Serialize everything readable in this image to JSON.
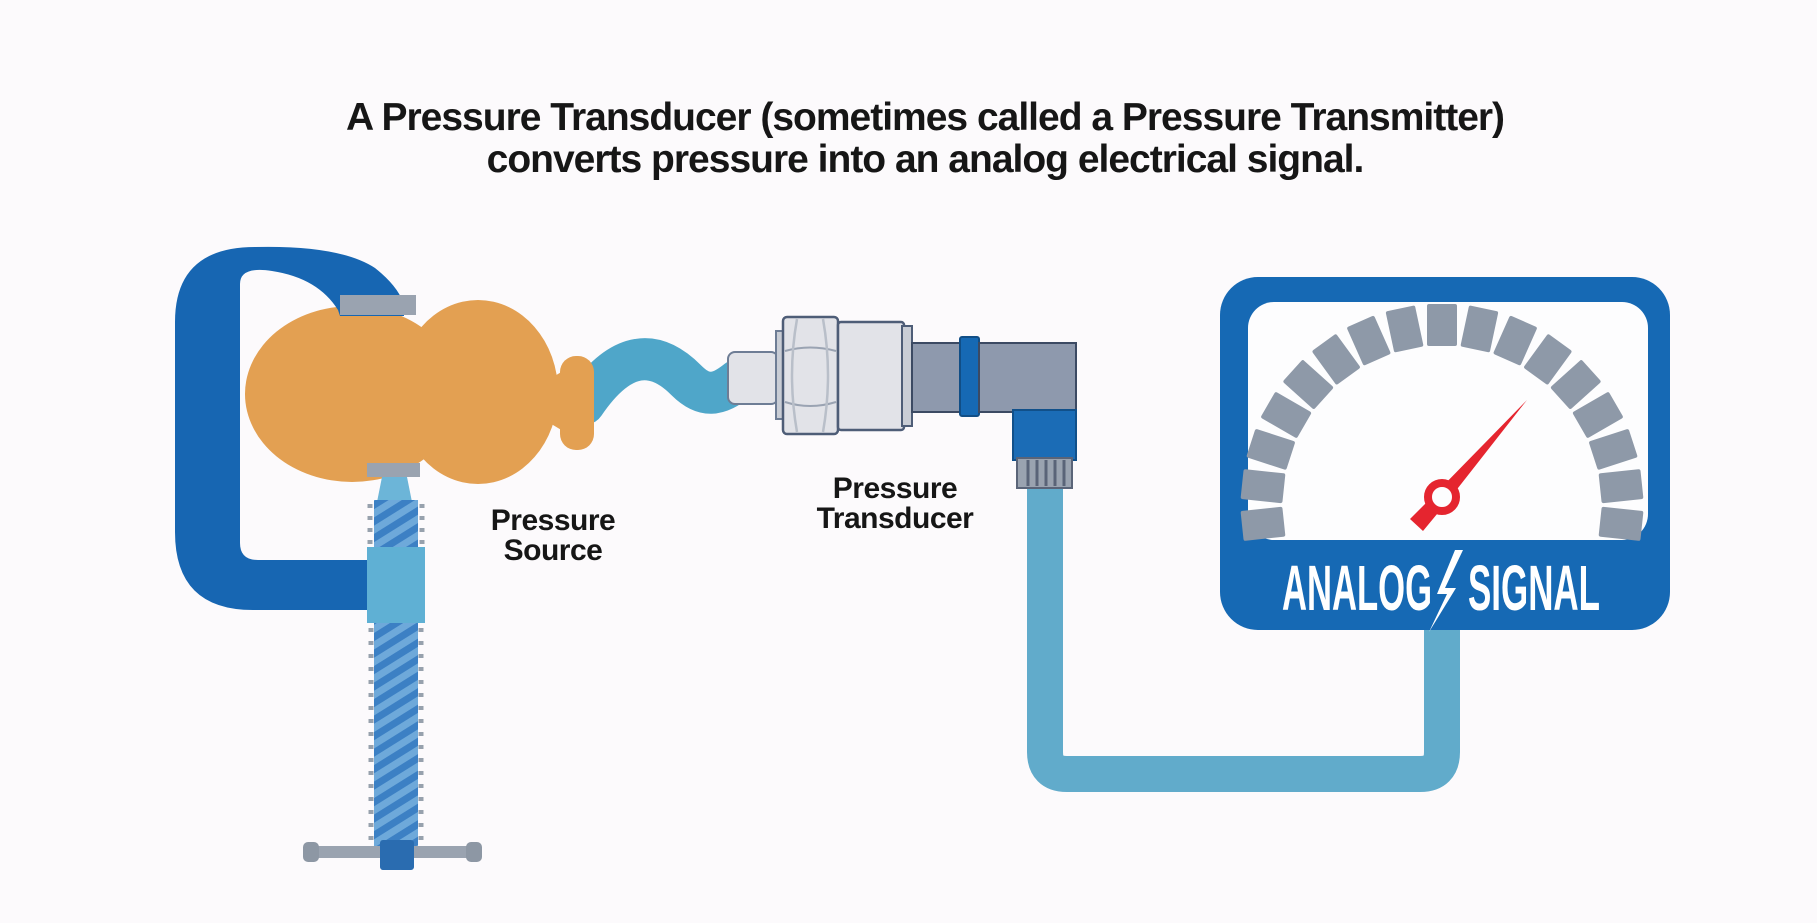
{
  "title": {
    "line1": "A Pressure Transducer (sometimes called a Pressure Transmitter)",
    "line2": "converts pressure into an analog electrical signal."
  },
  "labels": {
    "pressure_source_line1": "Pressure",
    "pressure_source_line2": "Source",
    "pressure_transducer_line1": "Pressure",
    "pressure_transducer_line2": "Transducer"
  },
  "gauge": {
    "word1": "ANALOG",
    "word2": "SIGNAL",
    "bolt_icon": "lightning-bolt"
  },
  "colors": {
    "background": "#fcfafc",
    "text_black": "#161616",
    "clamp_blue": "#1766b2",
    "screw_light_blue": "#5fb0d4",
    "screw_stem_blue": "#6cb5d8",
    "thread_blue": "#3c80c4",
    "thread_stripe": "#6ea9da",
    "hardware_gray": "#9aa3b0",
    "bulb_orange": "#e3a052",
    "tube_blue": "#4fa6c9",
    "cable_blue": "#61abcb",
    "metal_light": "#e2e3e8",
    "metal_mid": "#c9cdd5",
    "metal_dark": "#8e99ad",
    "metal_outline": "#44536e",
    "connector_blue": "#1b6cb6",
    "gauge_blue": "#1669b4",
    "gauge_face_white": "#fdfdfe",
    "tick_gray": "#8e99a8",
    "needle_red": "#e5252f",
    "label_white": "#ffffff"
  }
}
